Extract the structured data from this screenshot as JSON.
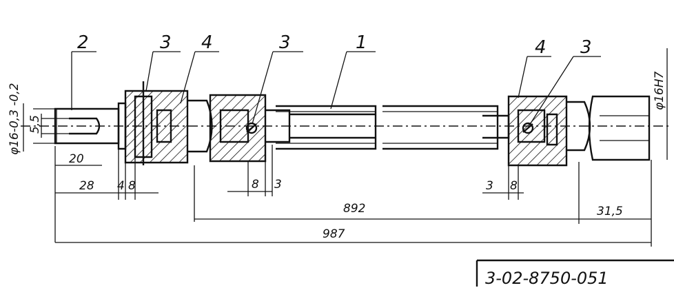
{
  "part_labels": {
    "p1": "1",
    "p2": "2",
    "p3a": "3",
    "p4a": "4",
    "p3b": "3",
    "p4b": "4",
    "p3c": "3"
  },
  "dimensions": {
    "tol_left": "φ16-0,3 -0,2",
    "d55": "5,5",
    "d20": "20",
    "d28": "28",
    "d4": "4",
    "d8a": "8",
    "d8b": "8",
    "d3a": "3",
    "d3b": "3",
    "d8c": "8",
    "d892": "892",
    "d315": "31,5",
    "d987": "987",
    "tol_right": "φ16H7"
  },
  "drawing_number": "3-02-8750-051"
}
